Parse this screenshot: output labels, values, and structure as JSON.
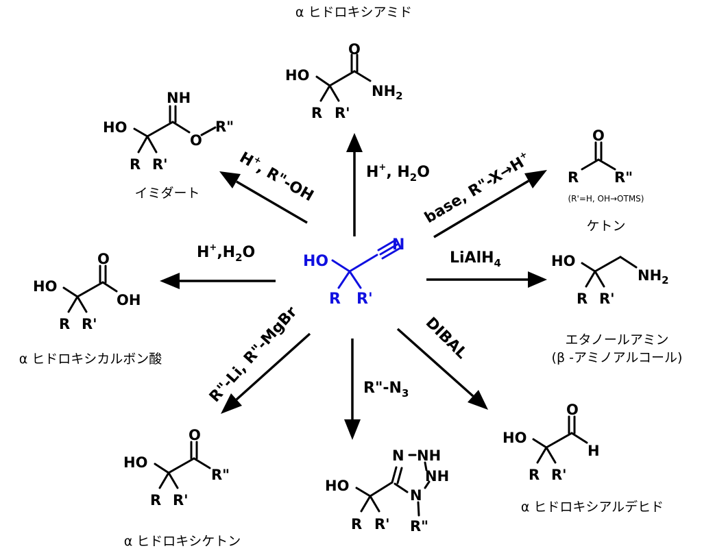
{
  "center": {
    "HO": "HO",
    "N": "N",
    "R": "R",
    "R1": "R'"
  },
  "products": {
    "amide": {
      "name": "α ヒドロキシアミド",
      "O": "O",
      "HO": "HO",
      "N": "NH",
      "N_sub": "2",
      "R": "R",
      "R1": "R'"
    },
    "imidate": {
      "name": "イミダート",
      "NH": "NH",
      "HO": "HO",
      "O": "O",
      "R2": "R\"",
      "R": "R",
      "R1": "R'"
    },
    "ketone": {
      "name": "ケトン",
      "note": "(R'=H,  OH→OTMS)",
      "O": "O",
      "R": "R",
      "R2": "R\""
    },
    "acid": {
      "name": "α ヒドロキシカルボン酸",
      "O": "O",
      "HO": "HO",
      "OH": "OH",
      "R": "R",
      "R1": "R'"
    },
    "amine": {
      "name": "エタノールアミン",
      "name2": "(β -アミノアルコール)",
      "HO": "HO",
      "N": "NH",
      "N_sub": "2",
      "R": "R",
      "R1": "R'"
    },
    "hketone": {
      "name": "α ヒドロキシケトン",
      "O": "O",
      "HO": "HO",
      "R2": "R\"",
      "R": "R",
      "R1": "R'"
    },
    "tetrazole": {
      "N1": "N",
      "NH1": "NH",
      "NH2": "NH",
      "N4": "N",
      "HO": "HO",
      "R": "R",
      "R1": "R'",
      "R2": "R\""
    },
    "aldehyde": {
      "name": "α ヒドロキシアルデヒド",
      "O": "O",
      "HO": "HO",
      "H": "H",
      "R": "R",
      "R1": "R'"
    }
  },
  "conditions": {
    "amide": {
      "a": "H",
      "sup": "+",
      "b": ",  H",
      "sub": "2",
      "c": "O"
    },
    "imidate": {
      "a": "H",
      "sup": "+",
      "b": ",  R\"-OH"
    },
    "ketone": {
      "a": "base,  R\"-X→H",
      "sup": "+"
    },
    "acid": {
      "a": "H",
      "sup": "+",
      "b": ",H",
      "sub": "2",
      "c": "O"
    },
    "amine": {
      "a": "LiAlH",
      "sub": "4"
    },
    "hketone": {
      "a": "R\"-Li,  R\"-MgBr"
    },
    "tetrazole": {
      "a": "R\"-N",
      "sub": "3"
    },
    "aldehyde": {
      "a": "DIBAL"
    }
  }
}
